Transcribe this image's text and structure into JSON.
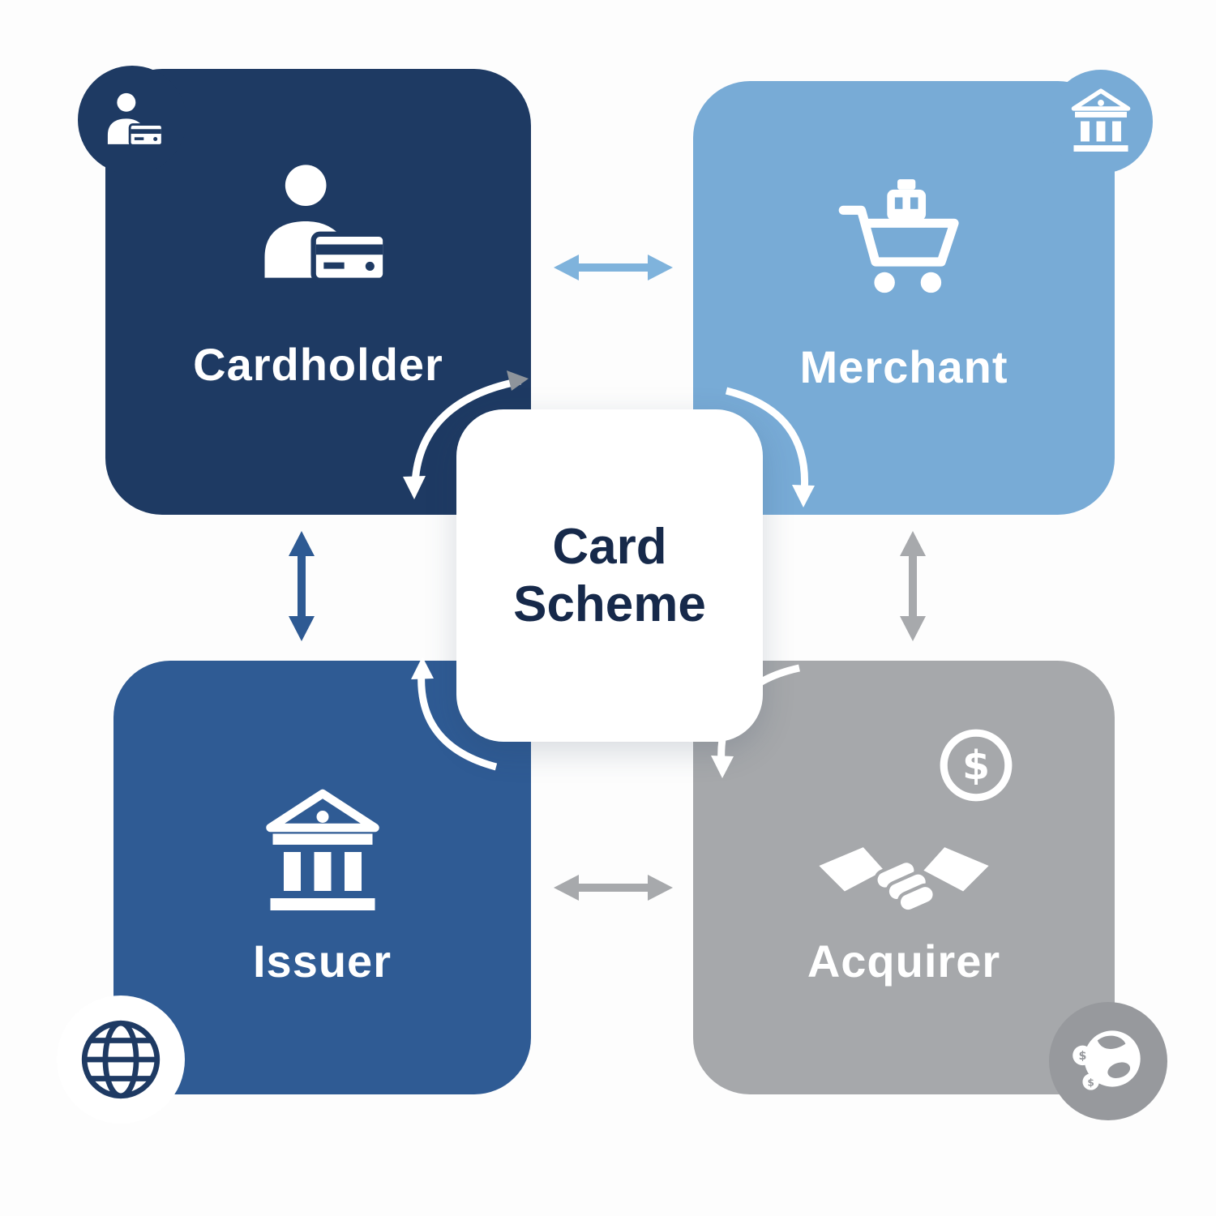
{
  "diagram": {
    "type": "four-party-card-scheme",
    "center": {
      "line1": "Card",
      "line2": "Scheme",
      "text_color": "#16294a",
      "background": "#ffffff"
    },
    "nodes": {
      "cardholder": {
        "label": "Cardholder",
        "color": "#1e3a63",
        "icon": "person-with-card-icon",
        "corner_badge_icon": "person-with-card-icon"
      },
      "merchant": {
        "label": "Merchant",
        "color": "#78abd6",
        "icon": "shopping-cart-icon",
        "corner_badge_icon": "bank-icon"
      },
      "issuer": {
        "label": "Issuer",
        "color": "#2f5b94",
        "icon": "bank-icon",
        "corner_badge_icon": "globe-icon"
      },
      "acquirer": {
        "label": "Acquirer",
        "color": "#a6a8ab",
        "icon": "handshake-icon",
        "secondary_icon": "dollar-circle-icon",
        "corner_badge_icon": "globe-currency-icon"
      }
    },
    "connections": [
      {
        "from": "Cardholder",
        "to": "Merchant",
        "style": "double-headed-arrow",
        "color": "#7fb3dc"
      },
      {
        "from": "Cardholder",
        "to": "Issuer",
        "style": "double-headed-arrow",
        "color": "#2e5a93"
      },
      {
        "from": "Merchant",
        "to": "Acquirer",
        "style": "double-headed-arrow",
        "color": "#a7a9ac"
      },
      {
        "from": "Issuer",
        "to": "Acquirer",
        "style": "double-headed-arrow",
        "color": "#a7a9ac"
      },
      {
        "from": "Cardholder",
        "to": "Card Scheme",
        "style": "curved-white-arrow",
        "color": "#ffffff"
      },
      {
        "from": "Merchant",
        "to": "Card Scheme",
        "style": "curved-white-arrow",
        "color": "#ffffff"
      },
      {
        "from": "Issuer",
        "to": "Card Scheme",
        "style": "curved-white-arrow",
        "color": "#ffffff"
      },
      {
        "from": "Acquirer",
        "to": "Card Scheme",
        "style": "curved-white-arrow",
        "color": "#ffffff"
      }
    ],
    "icons": {
      "dollar_symbol": "$"
    }
  }
}
